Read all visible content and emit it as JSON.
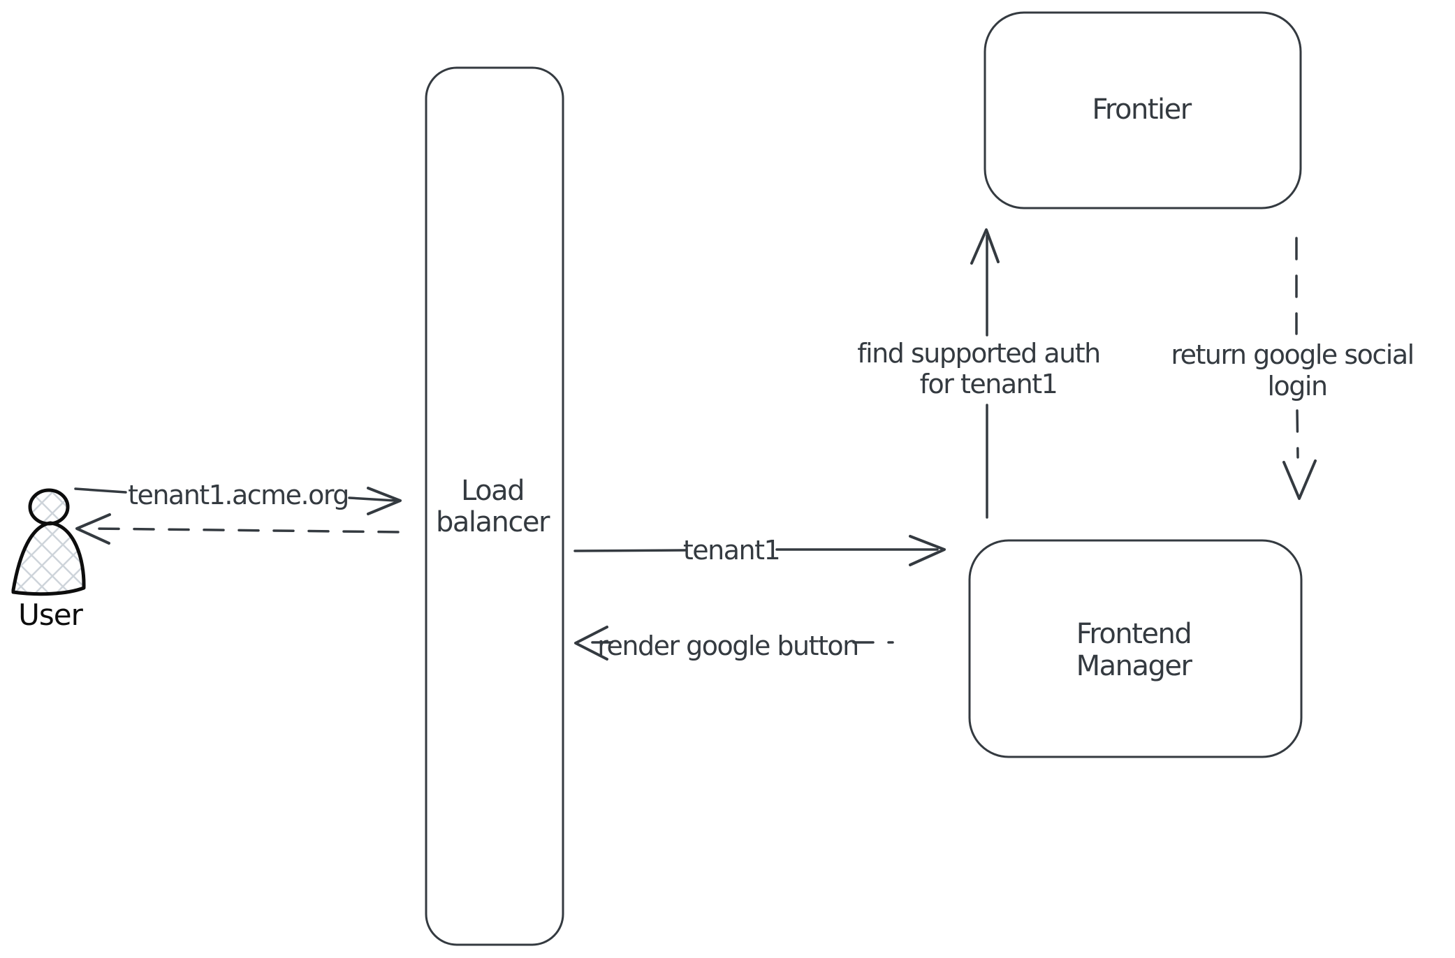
{
  "canvas": {
    "background": "#ffffff",
    "stroke_color": "#343a40",
    "user_figure_color": "#0d0d0d",
    "hatch_fill_color": "#ced4da"
  },
  "nodes": {
    "user": {
      "label": "User"
    },
    "load_balancer": {
      "label": [
        "Load",
        "balancer"
      ]
    },
    "frontier": {
      "label": "Frontier"
    },
    "frontend_manager": {
      "label": [
        "Frontend",
        "Manager"
      ]
    }
  },
  "edges": {
    "user_to_load_balancer": {
      "label": "tenant1.acme.org",
      "line": "solid",
      "direction": "right"
    },
    "load_balancer_to_user": {
      "label": "",
      "line": "dashed",
      "direction": "left"
    },
    "load_balancer_to_frontend_manager": {
      "label": "tenant1",
      "line": "solid",
      "direction": "right"
    },
    "frontend_manager_to_load_balancer": {
      "label": "render google button",
      "line": "dashed",
      "direction": "left"
    },
    "frontend_manager_to_frontier": {
      "label": [
        "find supported auth",
        "for tenant1"
      ],
      "line": "solid",
      "direction": "up"
    },
    "frontier_to_frontend_manager": {
      "label": [
        "return google social",
        "login"
      ],
      "line": "dashed",
      "direction": "down"
    }
  }
}
